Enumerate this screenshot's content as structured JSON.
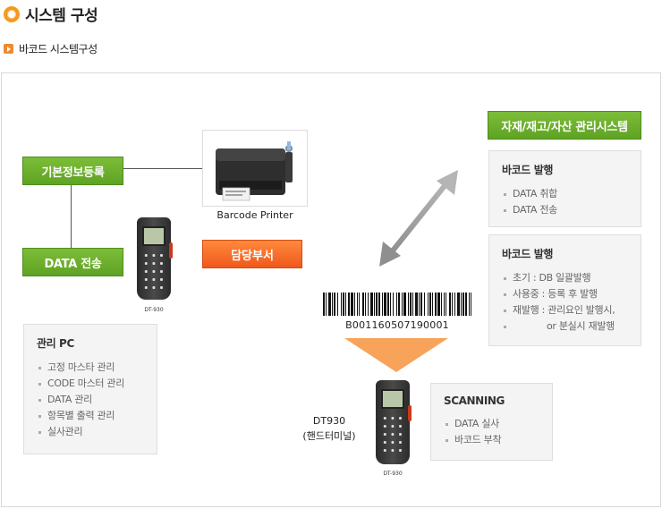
{
  "page": {
    "title": "시스템 구성",
    "subtitle": "바코드 시스템구성"
  },
  "boxes": {
    "basic_info": "기본정보등록",
    "data_transfer": "DATA 전송",
    "department": "담당부서",
    "inventory_system": "자재/재고/자산 관리시스템"
  },
  "printer": {
    "label": "Barcode Printer"
  },
  "terminals": {
    "model": "DT-930",
    "caption_line1": "DT930",
    "caption_line2": "(핸드터미널)"
  },
  "barcode": {
    "number": "B001160507190001"
  },
  "admin_pc": {
    "title": "관리 PC",
    "items": [
      "고정 마스타 관리",
      "CODE 마스터 관리",
      "DATA 관리",
      "항목별 출력 관리",
      "실사관리"
    ]
  },
  "barcode_issue_1": {
    "title": "바코드 발행",
    "items": [
      "DATA 취합",
      "DATA 전송"
    ]
  },
  "barcode_issue_2": {
    "title": "바코드 발행",
    "items": [
      "초기 : DB 일괄발행",
      "사용중 : 등록 후 발행",
      "재발행 : 관리요인 발행시,",
      "or 분실시 재발행"
    ]
  },
  "scanning": {
    "title": "SCANNING",
    "items": [
      "DATA 실사",
      "바코드 부착"
    ]
  },
  "colors": {
    "green": "#6aad2c",
    "orange": "#f26a25",
    "arrow_gray": "#9a9a9a",
    "title_accent": "#f39a1e"
  }
}
